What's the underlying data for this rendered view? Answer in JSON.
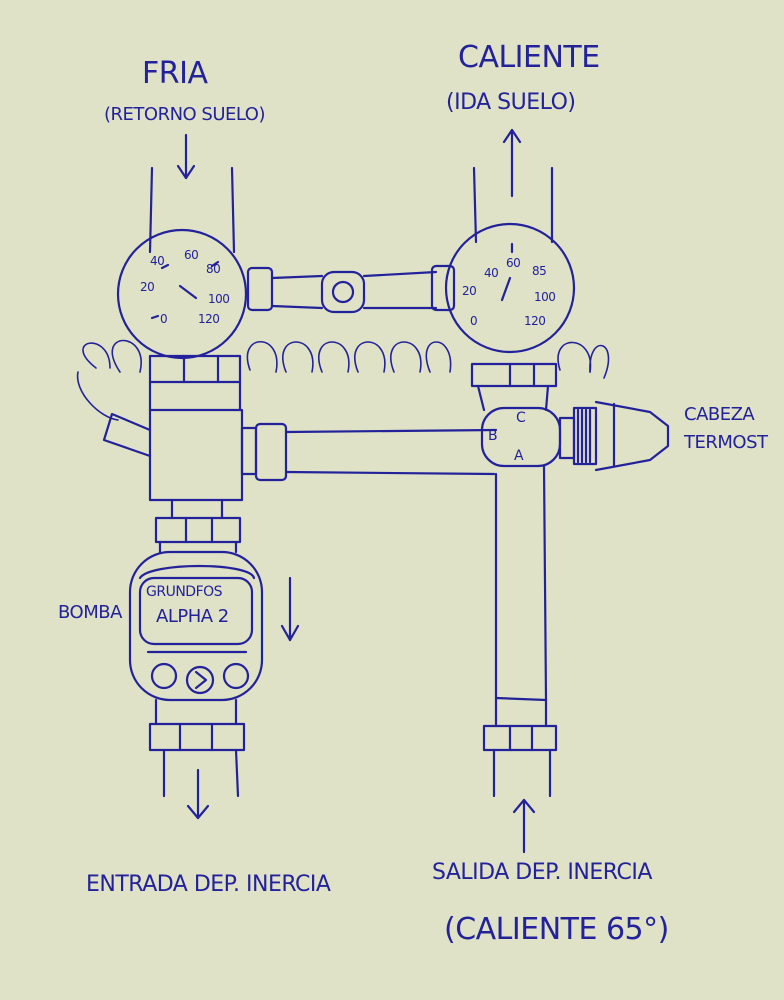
{
  "labels": {
    "fria": "FRIA",
    "retorno_suelo": "(RETORNO SUELO)",
    "caliente": "CALIENTE",
    "ida_suelo": "(IDA SUELO)",
    "cabeza": "CABEZA",
    "termost": "TERMOST",
    "bomba": "BOMBA",
    "grundfos": "GRUNDFOS",
    "alpha2": "ALPHA 2",
    "entrada": "ENTRADA DEP. INERCIA",
    "salida": "SALIDA DEP. INERCIA",
    "caliente65": "(CALIENTE 65°)"
  },
  "valve_ports": {
    "a": "A",
    "b": "B",
    "c": "C"
  },
  "gauge_left": {
    "scale": [
      "40",
      "60",
      "80",
      "20",
      "100",
      "0",
      "120"
    ]
  },
  "gauge_right": {
    "scale": [
      "40",
      "60",
      "85",
      "20",
      "100",
      "0",
      "120"
    ]
  },
  "colors": {
    "ink": "#23229a",
    "paper": "#dfe2c6"
  }
}
